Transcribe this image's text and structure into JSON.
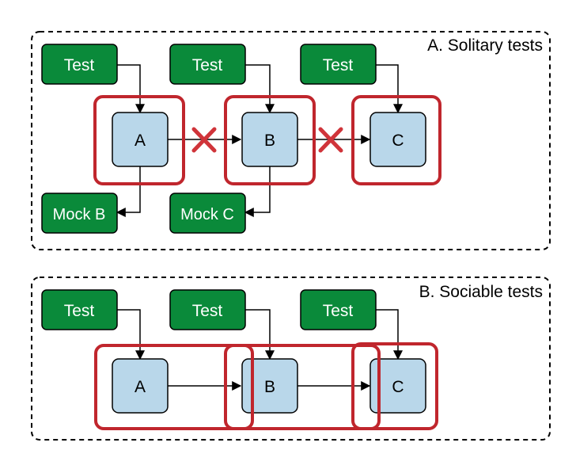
{
  "panels": [
    {
      "id": "solitary",
      "title": "A. Solitary tests",
      "tests": [
        "Test",
        "Test",
        "Test"
      ],
      "units": [
        "A",
        "B",
        "C"
      ],
      "mocks": [
        "Mock B",
        "Mock C"
      ],
      "links_blocked": true
    },
    {
      "id": "sociable",
      "title": "B. Sociable tests",
      "tests": [
        "Test",
        "Test",
        "Test"
      ],
      "units": [
        "A",
        "B",
        "C"
      ],
      "links_blocked": false
    }
  ],
  "colors": {
    "test_fill": "#0a8a3a",
    "test_text": "#ffffff",
    "unit_fill": "#b9d7ea",
    "scope_border": "#c0262d",
    "cross": "#d0343a",
    "line": "#000000"
  }
}
